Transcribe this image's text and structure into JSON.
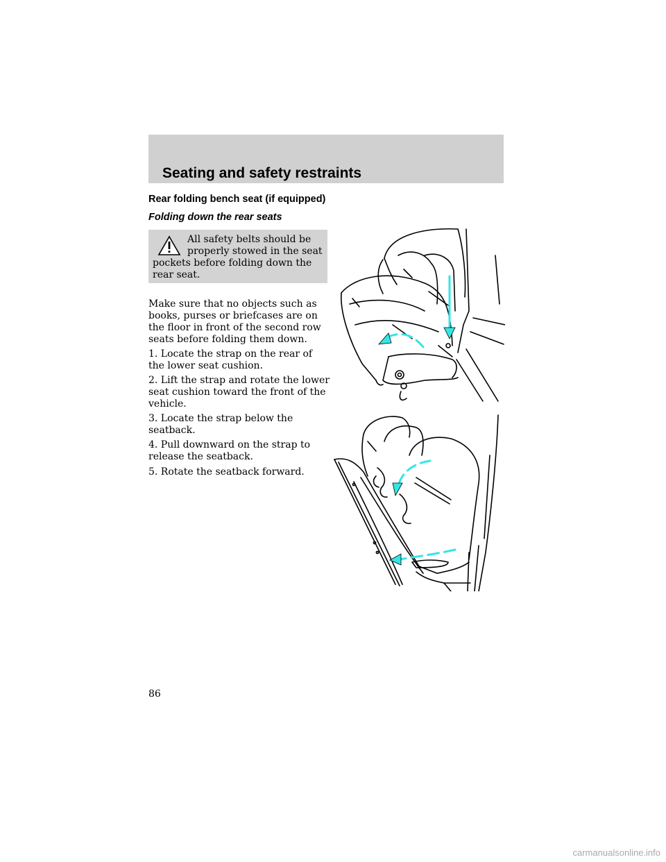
{
  "header": {
    "title": "Seating and safety restraints"
  },
  "section": {
    "title": "Rear folding bench seat (if equipped)",
    "subtitle": "Folding down the rear seats"
  },
  "warning": {
    "icon": "warning-triangle-icon",
    "text": "All safety belts should be properly stowed in the seat pockets before folding down the rear seat."
  },
  "body": {
    "intro": "Make sure that no objects such as books, purses or briefcases are on the floor in front of the second row seats before folding them down.",
    "steps": [
      "1. Locate the strap on the rear of the lower seat cushion.",
      "2. Lift the strap and rotate the lower seat cushion toward the front of the vehicle.",
      "3. Locate the strap below the seatback.",
      "4. Pull downward on the strap to release the seatback.",
      "5. Rotate the seatback forward."
    ]
  },
  "page_number": "86",
  "watermark": "carmanualsonline.info",
  "colors": {
    "header_band": "#d0d0d0",
    "warning_box": "#d3d3d3",
    "arrow": "#33e6e6"
  }
}
